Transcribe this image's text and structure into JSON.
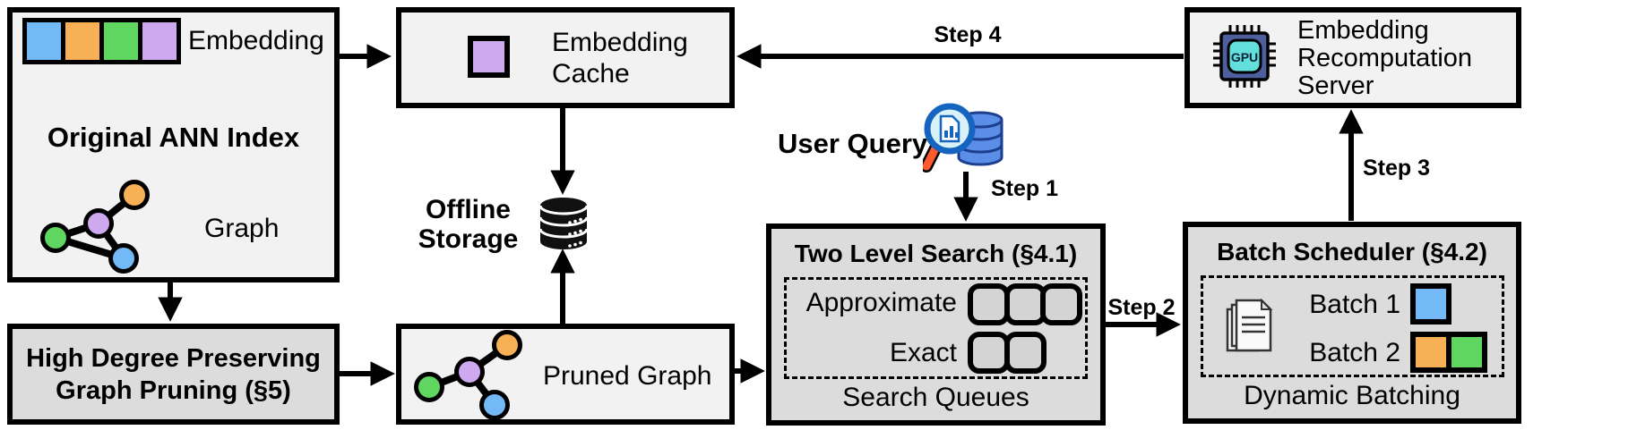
{
  "boxes": {
    "original_ann_index": {
      "title": "Original ANN Index",
      "embedding_label": "Embedding",
      "graph_label": "Graph"
    },
    "embedding_cache": {
      "label": "Embedding Cache"
    },
    "recomputation_server": {
      "label": "Embedding Recomputation Server",
      "chip_text": "GPU"
    },
    "high_degree_pruning": {
      "label": "High Degree Preserving Graph Pruning (§5)"
    },
    "pruned_graph": {
      "label": "Pruned Graph"
    },
    "two_level_search": {
      "title": "Two Level Search (§4.1)",
      "rows": [
        "Approximate",
        "Exact"
      ],
      "caption": "Search Queues"
    },
    "batch_scheduler": {
      "title": "Batch Scheduler (§4.2)",
      "rows": [
        "Batch 1",
        "Batch 2"
      ],
      "caption": "Dynamic Batching"
    }
  },
  "floating": {
    "offline_storage": "Offline Storage",
    "user_query": "User Query"
  },
  "steps": {
    "step1": "Step 1",
    "step2": "Step 2",
    "step3": "Step 3",
    "step4": "Step 4"
  },
  "palette": {
    "embedding_blue": "#74b9f7",
    "embedding_orange": "#f7b056",
    "embedding_green": "#5fd65f",
    "embedding_purple": "#cfa9ef",
    "box_light": "#f2f2f2",
    "box_dark": "#dcdcdc",
    "outline": "#000000",
    "gpu_chip_body": "#4f5f9e",
    "gpu_chip_core": "#63e0dc",
    "query_db_blue": "#5b8ee6",
    "magnifier_rim": "#1565c0",
    "magnifier_handle": "#ff5a2e"
  }
}
